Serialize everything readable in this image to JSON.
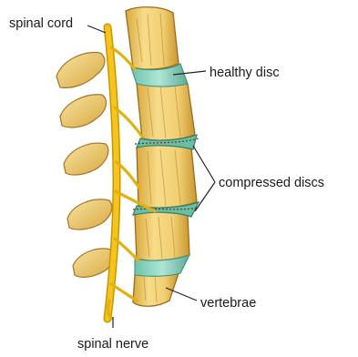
{
  "labels": {
    "spinal_cord": "spinal cord",
    "healthy_disc": "healthy disc",
    "compressed_discs": "compressed discs",
    "vertebrae": "vertebrae",
    "spinal_nerve": "spinal nerve"
  },
  "colors": {
    "bone": "#f3d27a",
    "bone_shade": "#c9962f",
    "bone_outline": "#9a6b1f",
    "cord": "#f4c51c",
    "cord_outline": "#c99600",
    "healthy_disc": "#8fd6c2",
    "compressed_disc": "#5fae9a",
    "leader": "#222222"
  }
}
